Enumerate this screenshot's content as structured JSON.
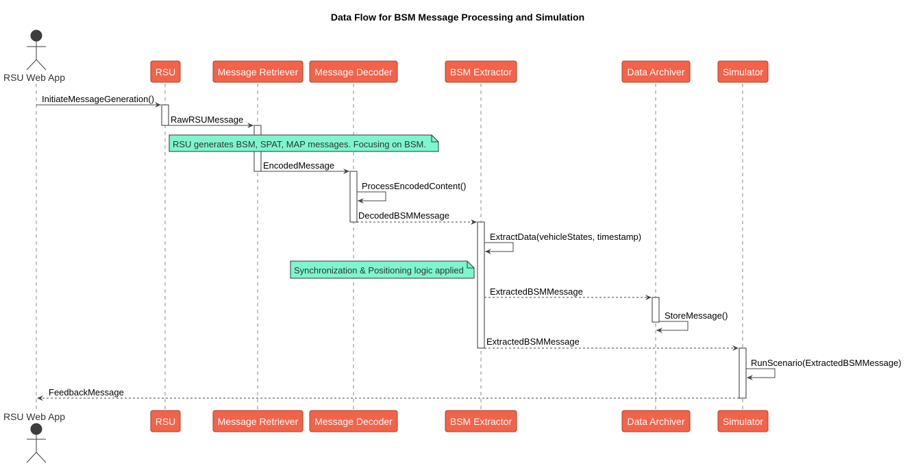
{
  "title": "Data Flow for BSM Message Processing and Simulation",
  "colors": {
    "participant_fill": "#f26349",
    "participant_border": "#a8402e",
    "note_fill": "#7ef5cf",
    "note_border": "#333333",
    "actor_fill": "#3d3d3d",
    "line": "#444444"
  },
  "actor": {
    "name": "RSU Web App",
    "icon": "stick-figure-icon"
  },
  "participants": [
    {
      "id": "rsu",
      "name": "RSU"
    },
    {
      "id": "retriever",
      "name": "Message Retriever"
    },
    {
      "id": "decoder",
      "name": "Message Decoder"
    },
    {
      "id": "extractor",
      "name": "BSM Extractor"
    },
    {
      "id": "archiver",
      "name": "Data Archiver"
    },
    {
      "id": "simulator",
      "name": "Simulator"
    }
  ],
  "messages": [
    {
      "from": "actor",
      "to": "rsu",
      "label": "InitiateMessageGeneration()",
      "style": "solid"
    },
    {
      "from": "rsu",
      "to": "retriever",
      "label": "RawRSUMessage",
      "style": "solid"
    },
    {
      "from": "retriever",
      "to": "decoder",
      "label": "EncodedMessage",
      "style": "solid"
    },
    {
      "from": "decoder",
      "to": "decoder",
      "label": "ProcessEncodedContent()",
      "style": "solid"
    },
    {
      "from": "decoder",
      "to": "extractor",
      "label": "DecodedBSMMessage",
      "style": "dashed"
    },
    {
      "from": "extractor",
      "to": "extractor",
      "label": "ExtractData(vehicleStates, timestamp)",
      "style": "solid"
    },
    {
      "from": "extractor",
      "to": "archiver",
      "label": "ExtractedBSMMessage",
      "style": "dashed"
    },
    {
      "from": "archiver",
      "to": "archiver",
      "label": "StoreMessage()",
      "style": "solid"
    },
    {
      "from": "extractor",
      "to": "simulator",
      "label": "ExtractedBSMMessage",
      "style": "dashed"
    },
    {
      "from": "simulator",
      "to": "simulator",
      "label": "RunScenario(ExtractedBSMMessage)",
      "style": "solid"
    },
    {
      "from": "simulator",
      "to": "actor",
      "label": "FeedbackMessage",
      "style": "dashed"
    }
  ],
  "notes": [
    {
      "text": "RSU generates BSM, SPAT, MAP messages. Focusing on BSM."
    },
    {
      "text": "Synchronization & Positioning logic applied"
    }
  ]
}
